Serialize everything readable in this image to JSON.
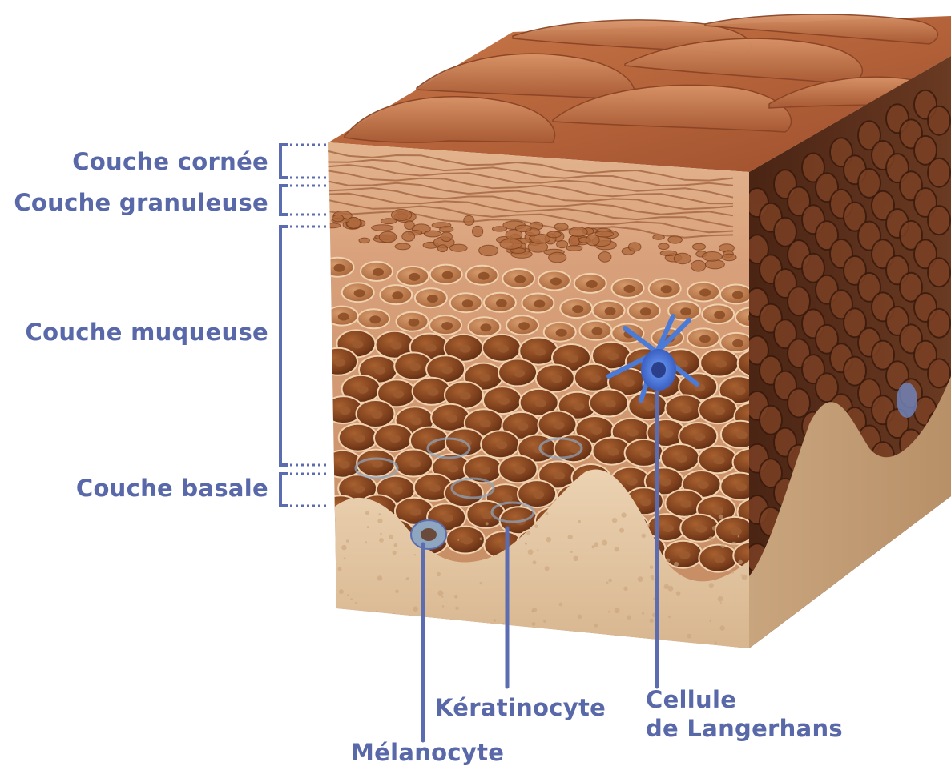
{
  "diagram": {
    "layer_labels": {
      "stratum_corneum": "Couche cornée",
      "stratum_granulosum": "Couche granuleuse",
      "stratum_spinosum": "Couche muqueuse",
      "stratum_basale": "Couche basale"
    },
    "cell_labels": {
      "keratinocyte": "Kératinocyte",
      "langerhans_line1": "Cellule",
      "langerhans_line2": "de Langerhans",
      "melanocyte": "Mélanocyte"
    },
    "colors": {
      "label_text": "#5868a8",
      "leader_line": "#5b6db0",
      "skin_surface": "#b8643a",
      "epidermis_cells": "#8a4a22",
      "dermis": "#e2c29e",
      "langerhans_cell": "#4a7bd8",
      "intercellular": "#8fa6c0"
    }
  }
}
